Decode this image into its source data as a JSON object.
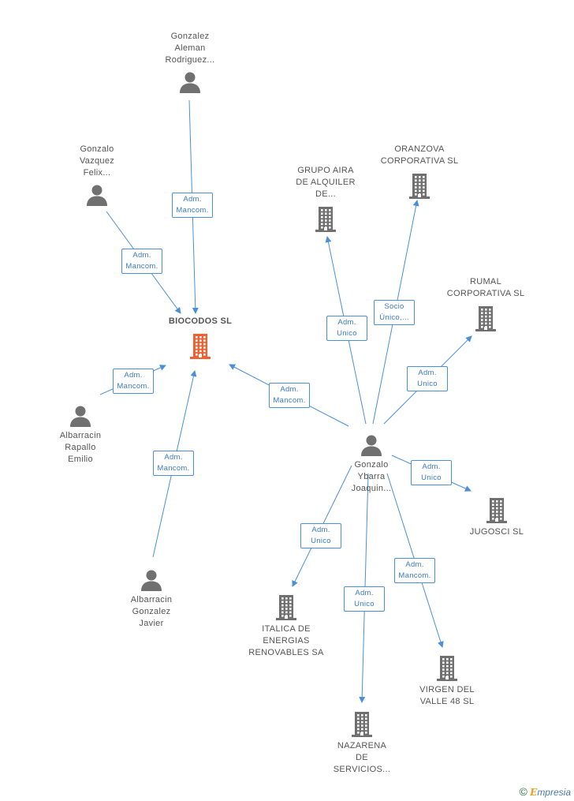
{
  "colors": {
    "edge": "#4a90d9",
    "person": "#707070",
    "company": "#707070",
    "center": "#f06030"
  },
  "nodes": [
    {
      "id": "biocodos",
      "type": "company",
      "center": true,
      "label": [
        "BIOCODOS SL"
      ]
    },
    {
      "id": "gonzalez-aleman",
      "type": "person",
      "label": [
        "Gonzalez",
        "Aleman",
        "Rodriguez..."
      ]
    },
    {
      "id": "gonzalo-vazquez",
      "type": "person",
      "label": [
        "Gonzalo",
        "Vazquez",
        "Felix..."
      ]
    },
    {
      "id": "albarracin-rapallo",
      "type": "person",
      "label": [
        "Albarracin",
        "Rapallo",
        "Emilio"
      ]
    },
    {
      "id": "albarracin-gonzalez",
      "type": "person",
      "label": [
        "Albarracin",
        "Gonzalez",
        "Javier"
      ]
    },
    {
      "id": "gonzalo-ybarra",
      "type": "person",
      "label": [
        "Gonzalo",
        "Ybarra",
        "Joaquin..."
      ]
    },
    {
      "id": "grupo-aira",
      "type": "company",
      "label": [
        "GRUPO AIRA",
        "DE ALQUILER",
        "DE..."
      ]
    },
    {
      "id": "oranzova",
      "type": "company",
      "label": [
        "ORANZOVA",
        "CORPORATIVA SL"
      ]
    },
    {
      "id": "rumal",
      "type": "company",
      "label": [
        "RUMAL",
        "CORPORATIVA SL"
      ]
    },
    {
      "id": "jugosci",
      "type": "company",
      "label": [
        "JUGOSCI SL"
      ]
    },
    {
      "id": "italica",
      "type": "company",
      "label": [
        "ITALICA DE",
        "ENERGIAS",
        "RENOVABLES SA"
      ]
    },
    {
      "id": "nazarena",
      "type": "company",
      "label": [
        "NAZARENA",
        "DE",
        "SERVICIOS..."
      ]
    },
    {
      "id": "virgen",
      "type": "company",
      "label": [
        "VIRGEN DEL",
        "VALLE 48  SL"
      ]
    }
  ],
  "edges": [
    {
      "from": "gonzalez-aleman",
      "to": "biocodos",
      "label": [
        "Adm.",
        "Mancom."
      ]
    },
    {
      "from": "gonzalo-vazquez",
      "to": "biocodos",
      "label": [
        "Adm.",
        "Mancom."
      ]
    },
    {
      "from": "albarracin-rapallo",
      "to": "biocodos",
      "label": [
        "Adm.",
        "Mancom."
      ]
    },
    {
      "from": "albarracin-gonzalez",
      "to": "biocodos",
      "label": [
        "Adm.",
        "Mancom."
      ]
    },
    {
      "from": "gonzalo-ybarra",
      "to": "biocodos",
      "label": [
        "Adm.",
        "Mancom."
      ]
    },
    {
      "from": "gonzalo-ybarra",
      "to": "grupo-aira",
      "label": [
        "Adm.",
        "Unico"
      ]
    },
    {
      "from": "gonzalo-ybarra",
      "to": "oranzova",
      "label": [
        "Socio",
        "Único,..."
      ]
    },
    {
      "from": "gonzalo-ybarra",
      "to": "rumal",
      "label": [
        "Adm.",
        "Unico"
      ]
    },
    {
      "from": "gonzalo-ybarra",
      "to": "jugosci",
      "label": [
        "Adm.",
        "Unico"
      ]
    },
    {
      "from": "gonzalo-ybarra",
      "to": "italica",
      "label": [
        "Adm.",
        "Unico"
      ]
    },
    {
      "from": "gonzalo-ybarra",
      "to": "nazarena",
      "label": [
        "Adm.",
        "Unico"
      ]
    },
    {
      "from": "gonzalo-ybarra",
      "to": "virgen",
      "label": [
        "Adm.",
        "Mancom."
      ]
    }
  ],
  "brand": {
    "symbol": "©",
    "initial": "E",
    "rest": "mpresia"
  }
}
